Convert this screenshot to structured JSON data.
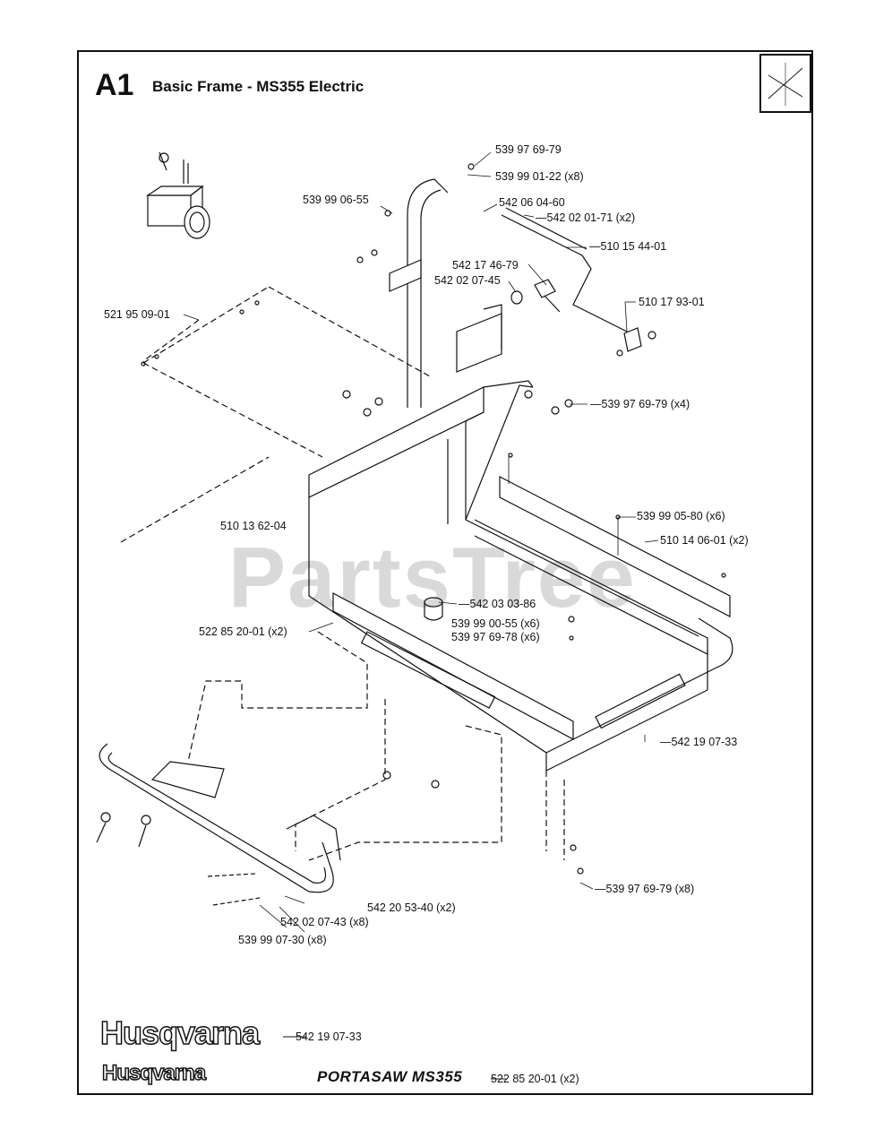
{
  "header": {
    "section_code": "A1",
    "title": "Basic Frame - MS355 Electric"
  },
  "watermark": "PartsTree",
  "part_labels": [
    "539 97 69-79",
    "539 99 01-22 (x8)",
    "539 99 06-55",
    "542 06 04-60",
    "542 02 01-71 (x2)",
    "510 15 44-01",
    "542 17 46-79",
    "542 02 07-45",
    "510 17 93-01",
    "521 95 09-01",
    "539 97 69-79 (x4)",
    "510 13 62-04",
    "539 99 05-80 (x6)",
    "510 14 06-01 (x2)",
    "542 03 03-86",
    "539 99 00-55 (x6)",
    "539 97 69-78 (x6)",
    "522 85 20-01 (x2)",
    "542 19 07-33",
    "539 97 69-79 (x8)",
    "542 20 53-40 (x2)",
    "542 02 07-43 (x8)",
    "539 99 07-30 (x8)"
  ],
  "footer": {
    "logo_large": "Husqvarna",
    "logo_large_part": "542 19 07-33",
    "logo_small": "Husqvarna",
    "model": "PORTASAW  MS355",
    "model_part": "522 85 20-01 (x2)"
  }
}
